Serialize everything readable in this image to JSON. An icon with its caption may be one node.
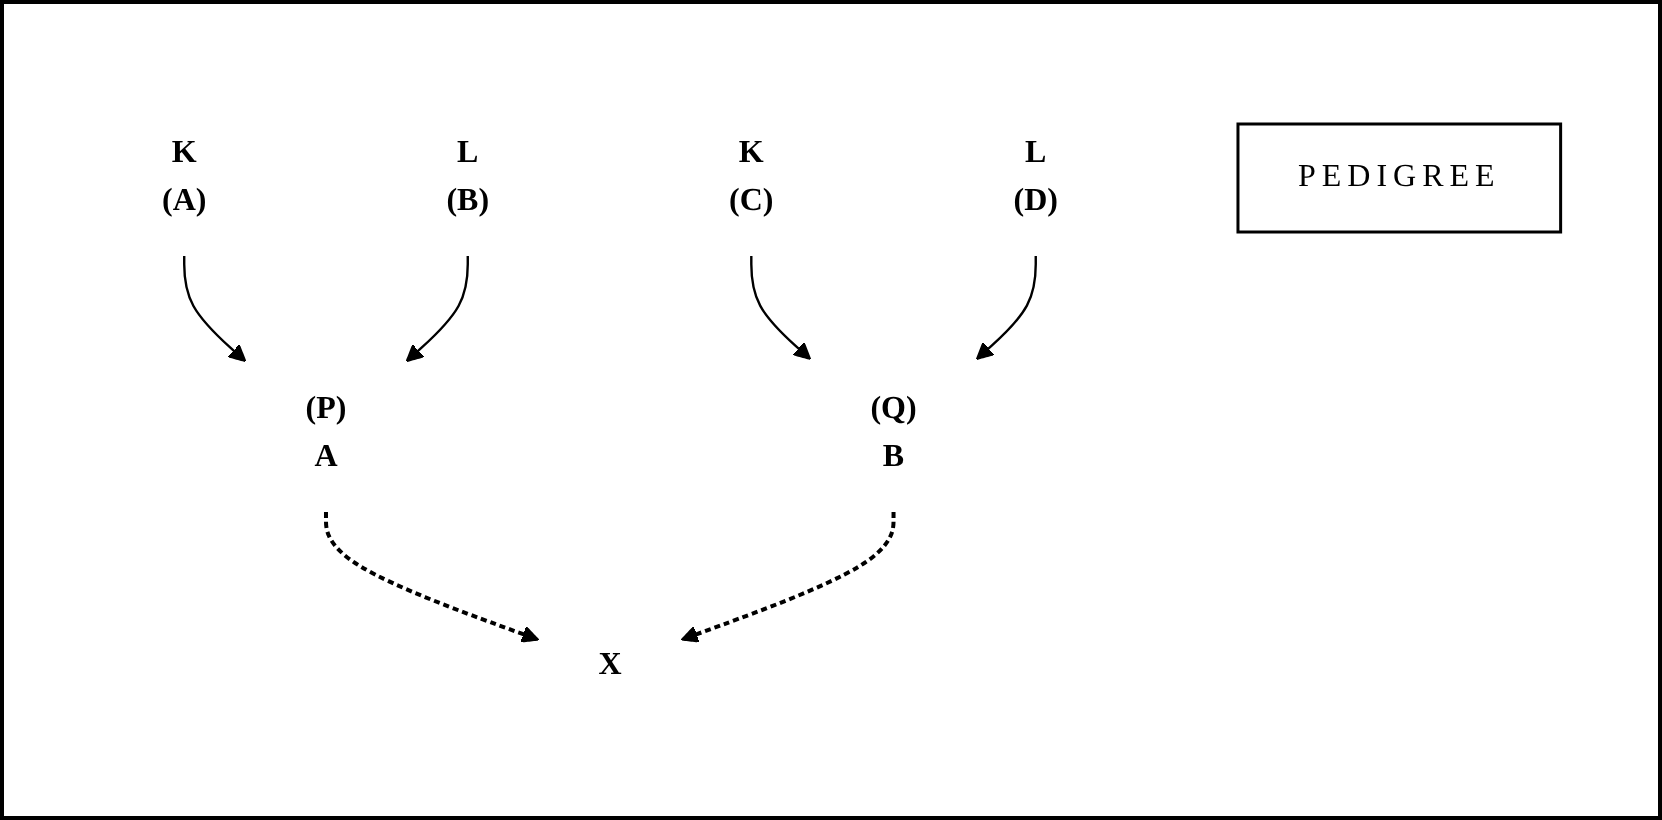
{
  "diagram": {
    "nodes": [
      {
        "text": [
          "K",
          "(A)"
        ]
      },
      {
        "text": [
          "L",
          "(B)"
        ]
      },
      {
        "text": [
          "K",
          "(C)"
        ]
      },
      {
        "text": [
          "L",
          "(D)"
        ]
      },
      {
        "text": [
          "PEDIGREE"
        ]
      },
      {
        "text": [
          "(P)",
          "A"
        ]
      },
      {
        "text": [
          "(Q)",
          "B"
        ]
      },
      {
        "text": [
          "X"
        ]
      }
    ],
    "edges": [
      {
        "from": 0,
        "to": 5,
        "arrow": "to"
      },
      {
        "from": 1,
        "to": 5,
        "arrow": "to"
      },
      {
        "from": 2,
        "to": 6,
        "arrow": "to"
      },
      {
        "from": 3,
        "to": 6,
        "arrow": "to"
      },
      {
        "from": 5,
        "to": 7,
        "arrow": "to",
        "style": "dashed"
      },
      {
        "from": 6,
        "to": 7,
        "arrow": "to",
        "style": "dashed"
      }
    ]
  }
}
